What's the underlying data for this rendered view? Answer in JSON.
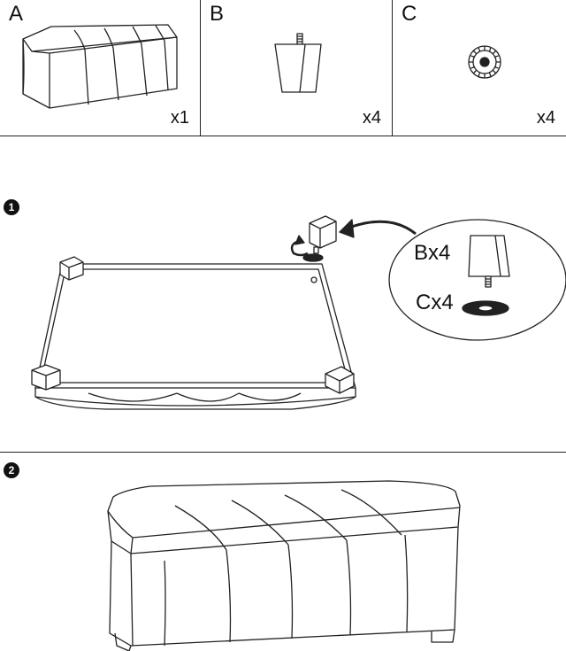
{
  "parts": [
    {
      "label": "A",
      "qty": "x1",
      "icon": "ottoman-icon"
    },
    {
      "label": "B",
      "qty": "x4",
      "icon": "leg-icon"
    },
    {
      "label": "C",
      "qty": "x4",
      "icon": "washer-icon"
    }
  ],
  "steps": [
    {
      "number": "1",
      "callout": {
        "part_b": "Bx4",
        "part_c": "Cx4"
      }
    },
    {
      "number": "2"
    }
  ]
}
